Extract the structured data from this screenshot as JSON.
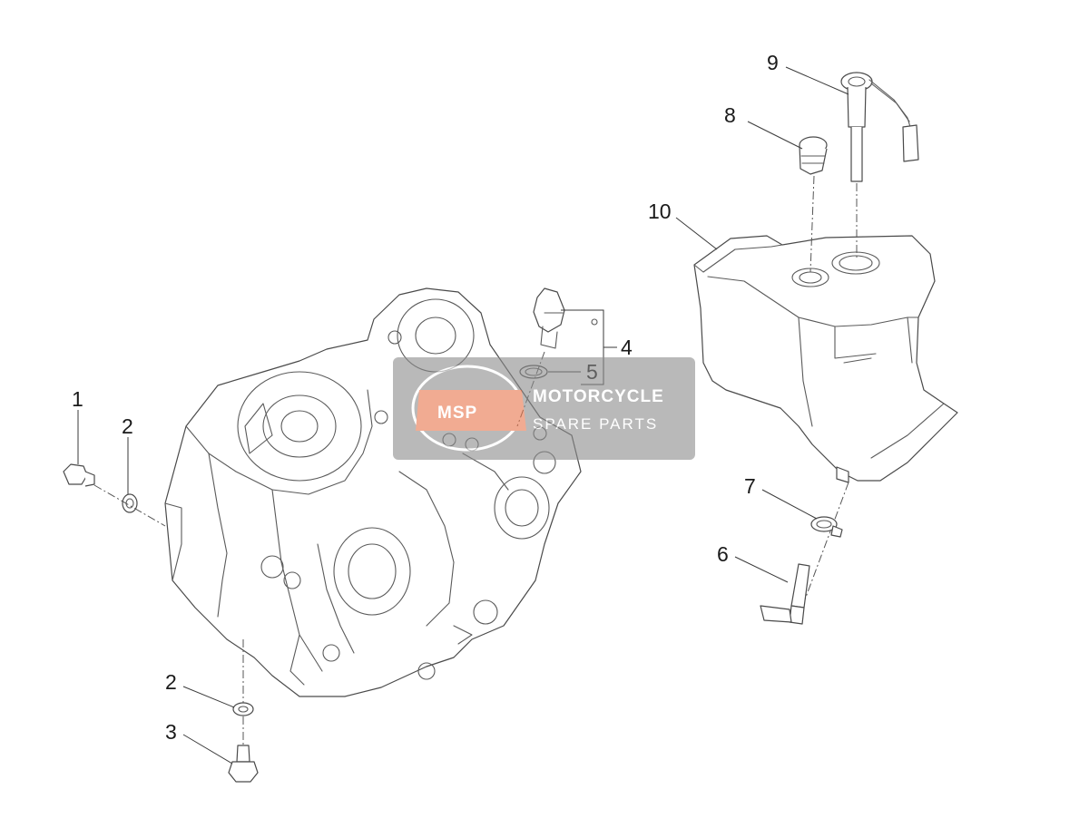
{
  "callouts": {
    "c1": "1",
    "c2a": "2",
    "c2b": "2",
    "c3": "3",
    "c4": "4",
    "c5": "5",
    "c6": "6",
    "c7": "7",
    "c8": "8",
    "c9": "9",
    "c10": "10"
  },
  "watermark": {
    "line1": "MOTORCYCLE",
    "line2": "SPARE PARTS",
    "logo_text": "MSP"
  },
  "colors": {
    "watermark_bg": "#8c8c8c",
    "watermark_accent": "#e8754a"
  }
}
